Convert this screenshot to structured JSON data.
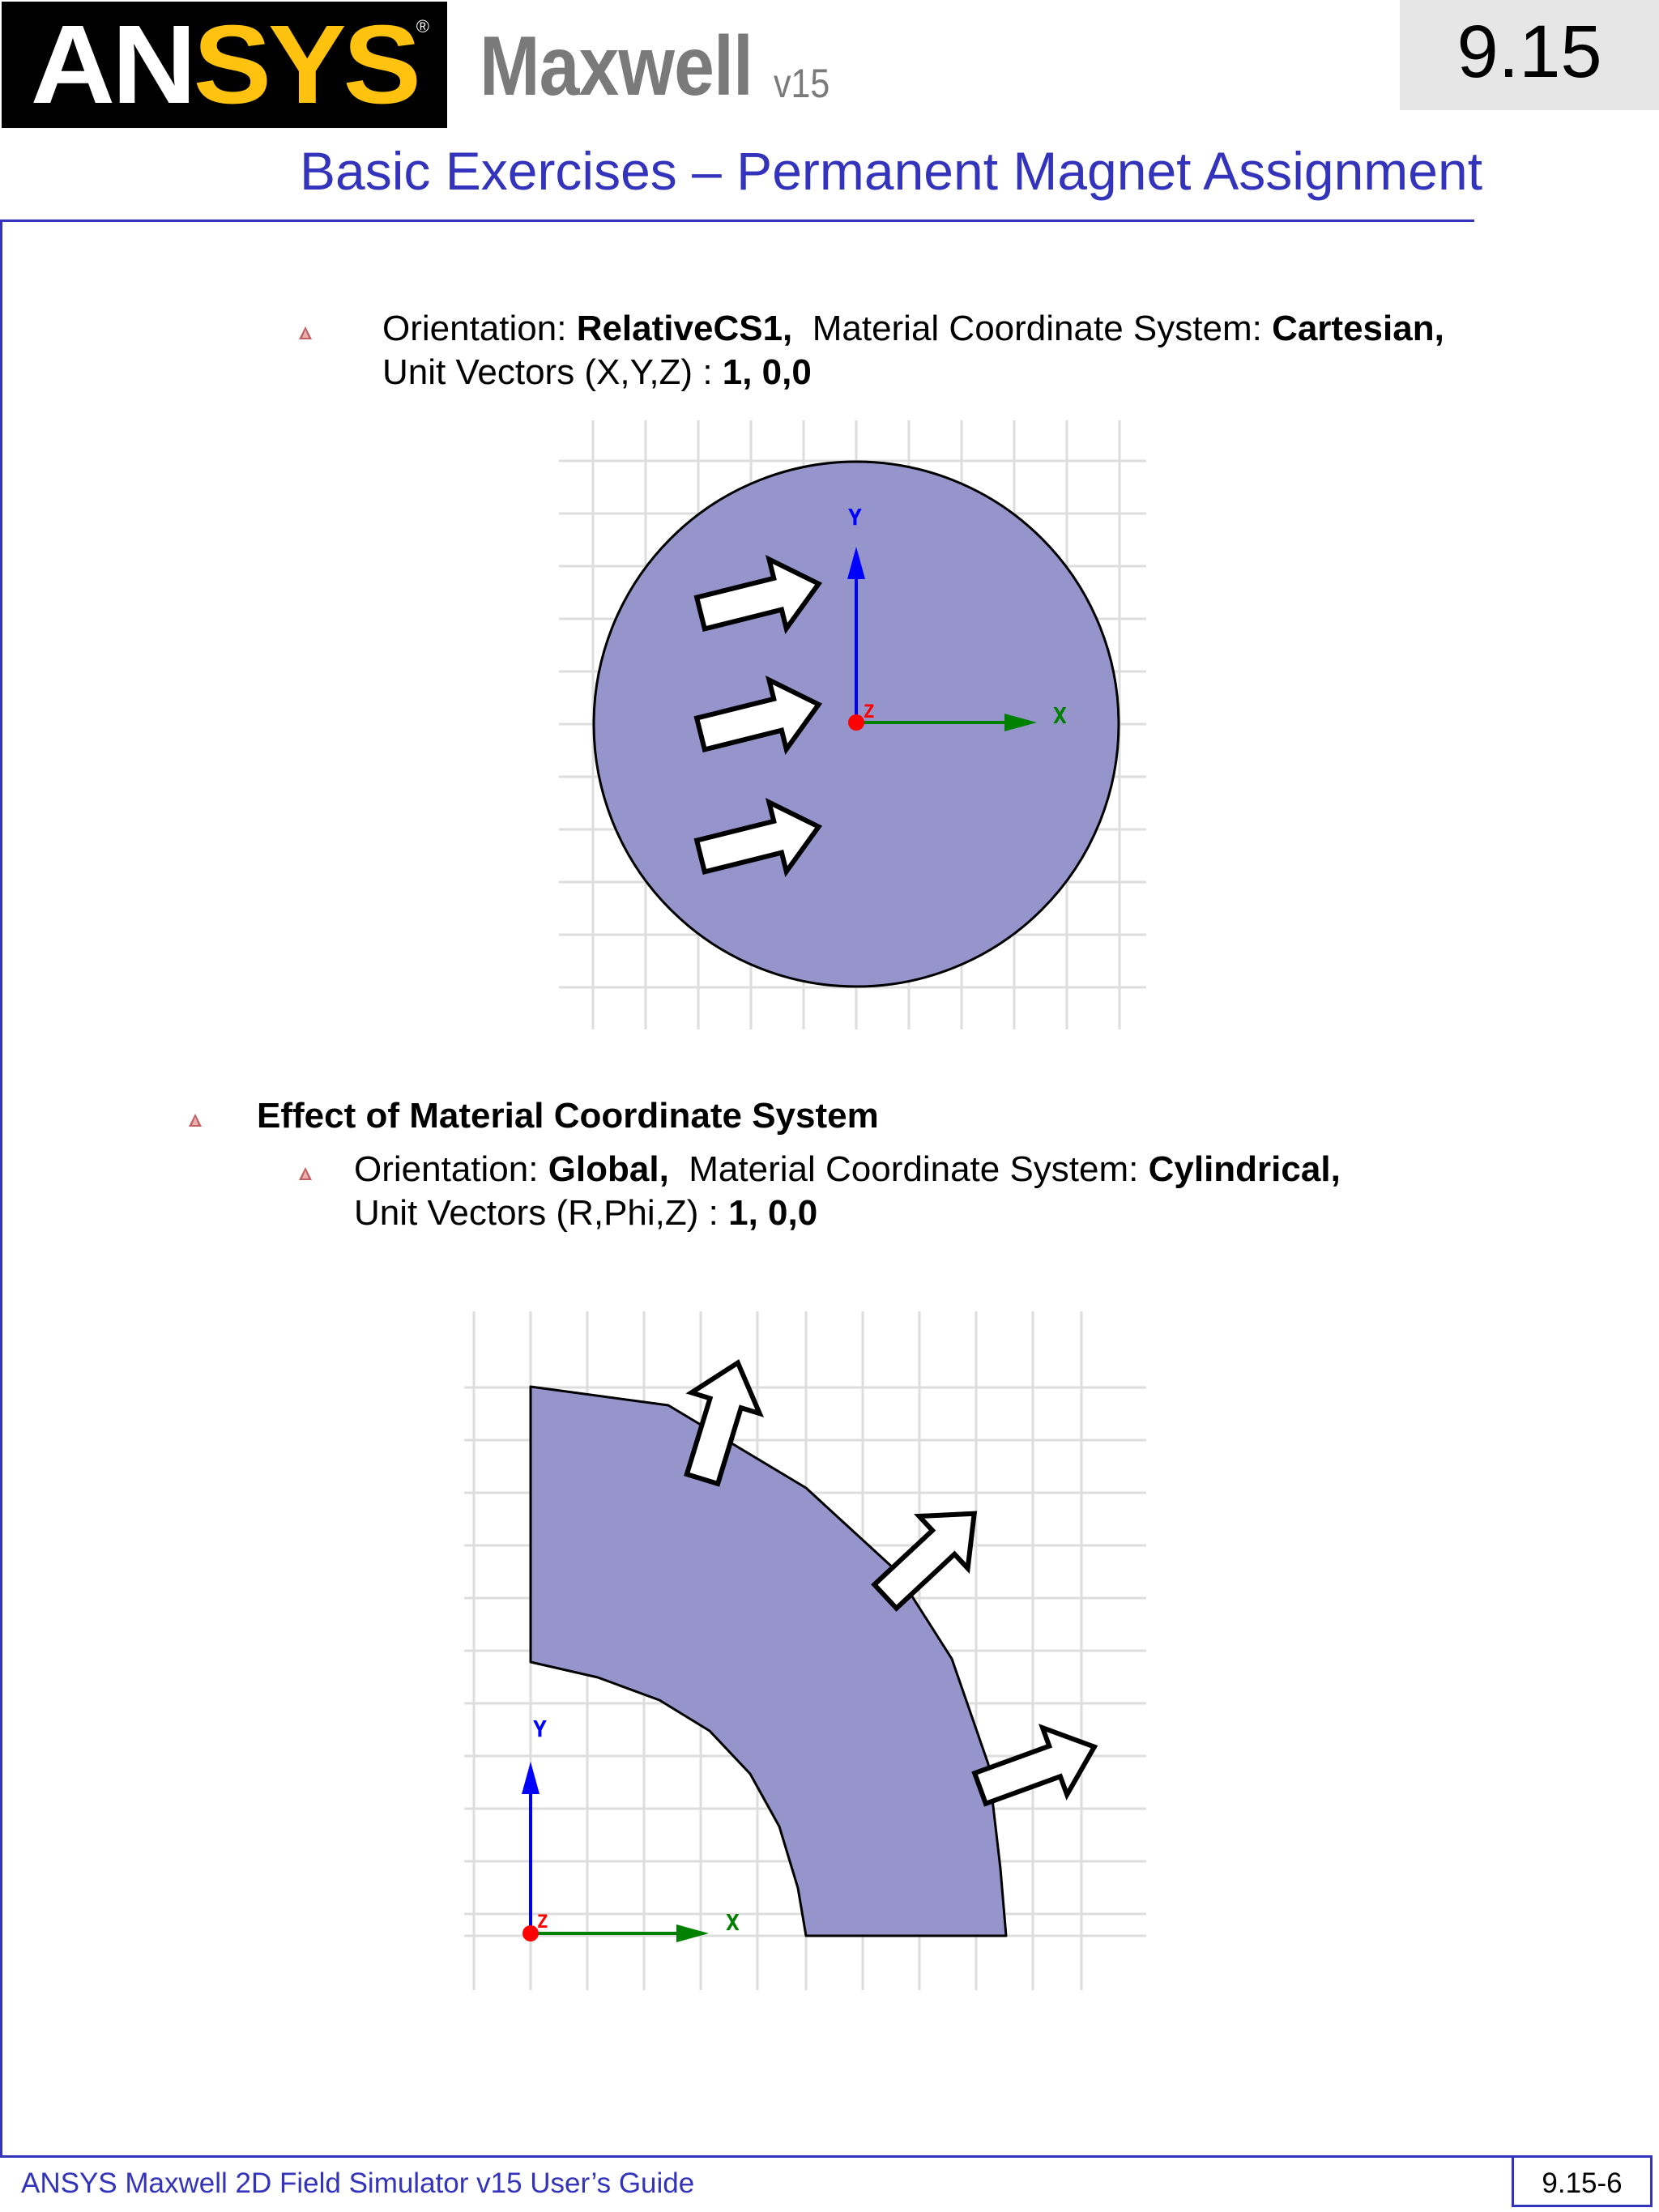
{
  "header": {
    "logo_an": "AN",
    "logo_sys": "SYS",
    "logo_reg": "®",
    "product": "Maxwell",
    "version": "v15",
    "section_number": "9.15",
    "title": "Basic Exercises – Permanent Magnet Assignment"
  },
  "bullet1": {
    "line1_pre": "Orientation: ",
    "line1_b1": "RelativeCS1,",
    "line1_mid": "  Material Coordinate System: ",
    "line1_b2": "Cartesian,",
    "line2_pre": "Unit Vectors (X,Y,Z) : ",
    "line2_b": "1, 0,0"
  },
  "figure1": {
    "axis_x": "X",
    "axis_y": "Y",
    "axis_z": "Z"
  },
  "section2": {
    "heading": "Effect of Material Coordinate System",
    "line1_pre": "Orientation: ",
    "line1_b1": "Global,",
    "line1_mid": "  Material Coordinate System: ",
    "line1_b2": "Cylindrical,",
    "line2_pre": "Unit Vectors (R,Phi,Z) : ",
    "line2_b": "1, 0,0"
  },
  "figure2": {
    "axis_x": "X",
    "axis_y": "Y",
    "axis_z": "Z"
  },
  "footer": {
    "guide": "ANSYS Maxwell 2D Field Simulator v15 User’s Guide",
    "page": "9.15-6"
  },
  "colors": {
    "accent": "#3333bb",
    "magnet_fill": "#9595cc",
    "logo_yellow": "#ffc20e",
    "x_axis": "#008000",
    "y_axis": "#0000ff",
    "z_axis": "#ff0000"
  }
}
